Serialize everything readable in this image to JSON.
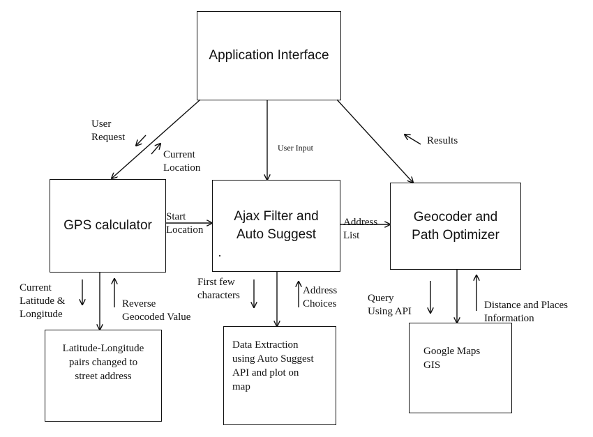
{
  "boxes": {
    "app_interface": "Application Interface",
    "gps": "GPS calculator",
    "ajax": "Ajax Filter and\nAuto Suggest",
    "geocoder": "Geocoder and\nPath Optimizer",
    "latlong": "Latitude-Longitude\npairs changed to\nstreet address",
    "data_extraction": "Data Extraction\nusing Auto Suggest\nAPI and plot on\nmap",
    "google_maps": "Google Maps\nGIS"
  },
  "labels": {
    "user_request": "User\nRequest",
    "current_location": "Current\nLocation",
    "user_input": "User Input",
    "results": "Results",
    "start_location": "Start\nLocation",
    "address_list": "Address\nList",
    "current_lat_long": "Current\nLatitude &\nLongitude",
    "reverse_geocoded": "Reverse\nGeocoded Value",
    "first_few_chars": "First few\ncharacters",
    "address_choices": "Address\nChoices",
    "query_api": "Query\nUsing API",
    "distance_places": "Distance and Places\nInformation"
  }
}
